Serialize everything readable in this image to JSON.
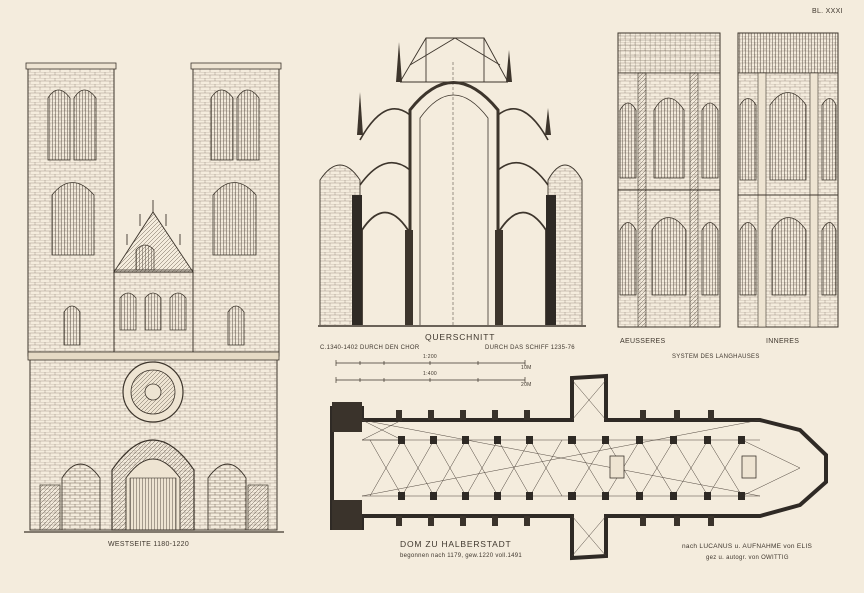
{
  "plate_number": "BL. XXXI",
  "labels": {
    "westseite": "WESTSEITE 1180-1220",
    "querschnitt": "QUERSCHNITT",
    "chor": "C.1340-1402 DURCH DEN CHOR",
    "schiff": "DURCH DAS SCHIFF 1235-76",
    "aeusseres": "AEUSSERES",
    "inneres": "INNERES",
    "system": "SYSTEM DES LANGHAUSES",
    "dom": "DOM ZU HALBERSTADT",
    "begonnen": "begonnen nach 1179, gew.1220 voll.1491",
    "nach": "nach LUCANUS u. AUFNAHME von ELIS",
    "gez": "gez u. autogr. von OWITTIG"
  },
  "scales": {
    "scale1": "1:200",
    "scale1_end": "10M",
    "scale2": "1:400",
    "scale2_end": "20M"
  },
  "colors": {
    "paper": "#f4ecdd",
    "ink": "#3d352c",
    "hatch": "#5a5046",
    "solid": "#2f2a25"
  }
}
